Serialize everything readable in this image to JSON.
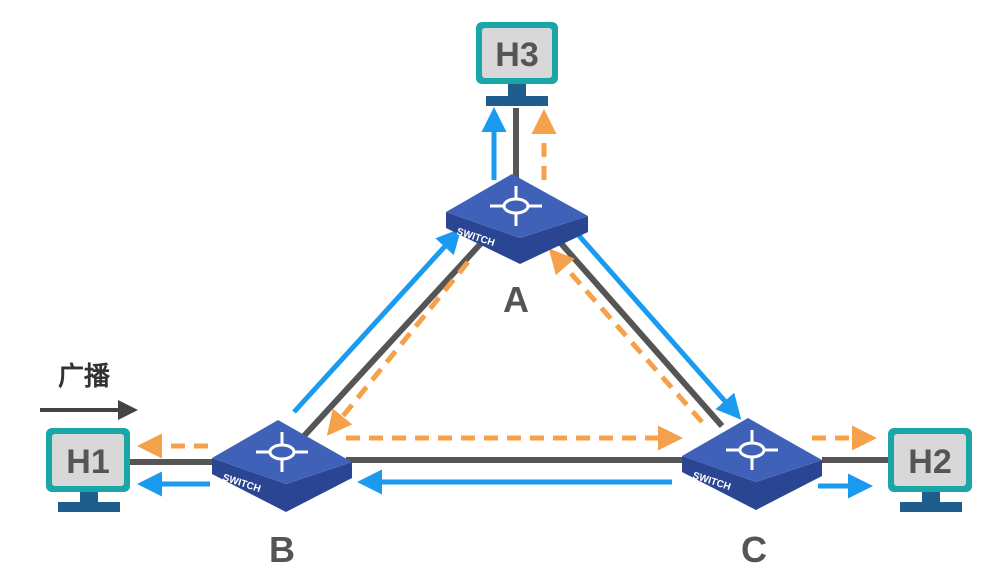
{
  "broadcast": {
    "label": "广播"
  },
  "hosts": [
    {
      "id": "h1",
      "label": "H1"
    },
    {
      "id": "h2",
      "label": "H2"
    },
    {
      "id": "h3",
      "label": "H3"
    }
  ],
  "switches": [
    {
      "id": "a",
      "label": "A",
      "device_text": "SWITCH"
    },
    {
      "id": "b",
      "label": "B",
      "device_text": "SWITCH"
    },
    {
      "id": "c",
      "label": "C",
      "device_text": "SWITCH"
    }
  ],
  "colors": {
    "link": "#555555",
    "blue_arrow": "#1a9bf0",
    "orange_arrow": "#f5a04a",
    "host_frame": "#1aa6a6",
    "host_screen": "#d8d8d8",
    "host_stand": "#1f5d8c",
    "switch_top": "#3f62b8",
    "switch_side": "#2a4591",
    "label_text": "#555555"
  }
}
